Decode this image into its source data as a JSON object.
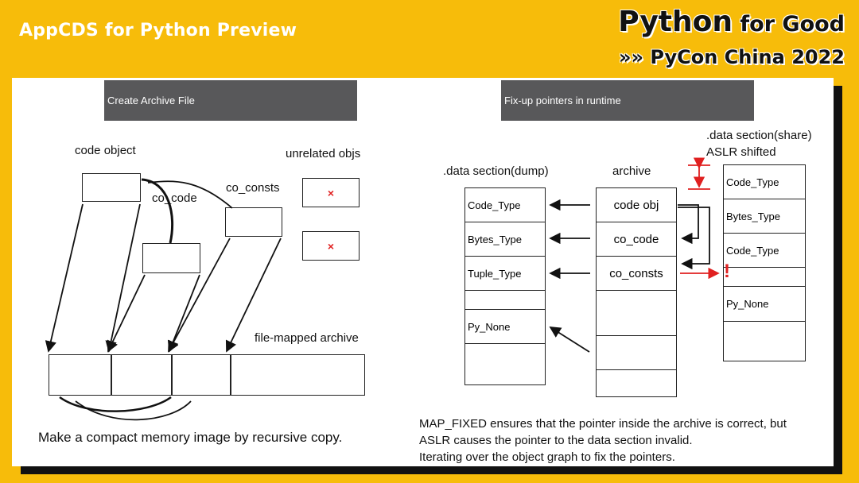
{
  "slide": {
    "title": "AppCDS for Python Preview",
    "brand": {
      "line1_big": "Python",
      "line1_small": " for Good",
      "line2_arrows": "»»",
      "line2": "PyCon China 2022"
    }
  },
  "left": {
    "header": "Create Archive File",
    "code_object": "code object",
    "co_code": "co_code",
    "co_consts": "co_consts",
    "unrelated": "unrelated objs",
    "cross": "×",
    "archive_label": "file-mapped archive",
    "caption": "Make a compact memory image by recursive copy."
  },
  "right": {
    "header": "Fix-up pointers in runtime",
    "dump_title": ".data section(dump)",
    "dump_cells": [
      "Code_Type",
      "Bytes_Type",
      "Tuple_Type",
      "",
      "Py_None",
      ""
    ],
    "archive_title": "archive",
    "archive_cells": [
      "code obj",
      "co_code",
      "co_consts",
      "",
      "",
      ""
    ],
    "share_title_1": ".data section(share)",
    "share_title_2": "ASLR shifted",
    "share_cells": [
      "Code_Type",
      "Bytes_Type",
      "Code_Type",
      "",
      "Py_None",
      ""
    ],
    "warning": "!",
    "note_1": "MAP_FIXED ensures that the pointer inside the archive is correct, but",
    "note_2": "ASLR causes the pointer to the data section invalid.",
    "note_3": "Iterating over the object graph to fix the pointers."
  },
  "colors": {
    "background": "#F7BC0A",
    "header": "#58585A",
    "accent_red": "#E02020"
  }
}
